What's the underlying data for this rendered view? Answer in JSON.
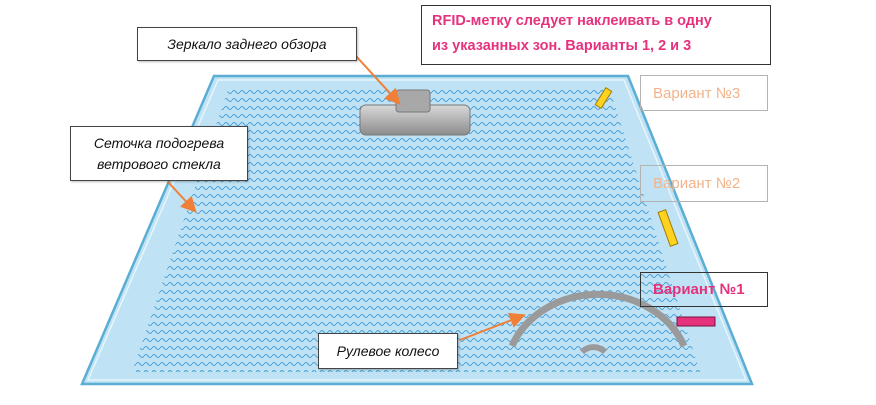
{
  "callouts": {
    "mirror": "Зеркало заднего обзора",
    "heating_grid": "Сеточка подогрева\nветрового стекла",
    "steering_wheel": "Рулевое колесо"
  },
  "note": {
    "line1": "RFID-метку следует наклеивать в одну",
    "line2": "из указанных зон. Варианты 1, 2 и 3"
  },
  "variants": [
    {
      "label": "Вариант №3",
      "color": "#f3b38a"
    },
    {
      "label": "Вариант №2",
      "color": "#f3b38a"
    },
    {
      "label": "Вариант №1",
      "color": "#e6327d"
    }
  ],
  "colors": {
    "glass": "#bfe3f5",
    "glass_edge": "#5aaed4",
    "heating_lines": "#4aa3d9",
    "arrow": "#f07f37",
    "tag_yellow": "#ffd21f",
    "tag_pink": "#e6327d",
    "accent": "#e6327d"
  }
}
